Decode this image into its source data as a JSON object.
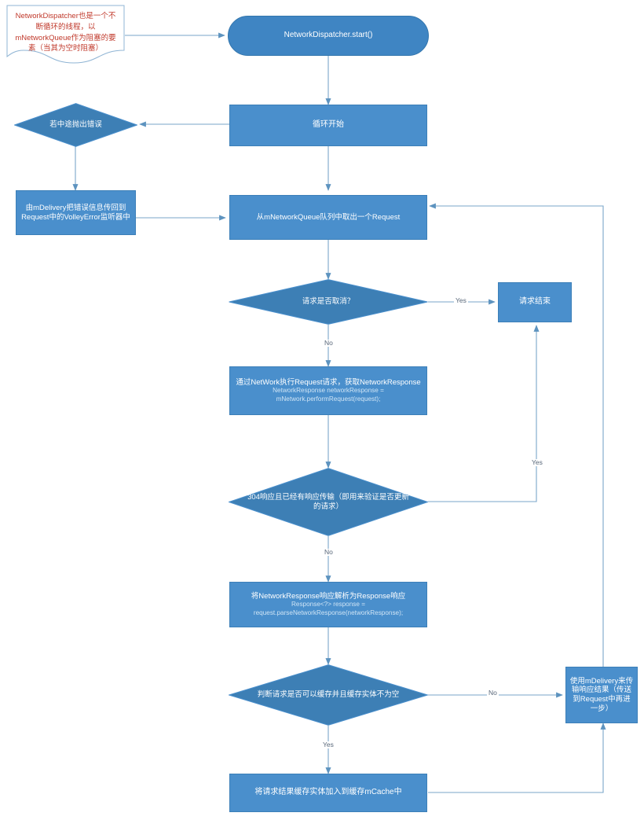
{
  "diagram": {
    "title": "NetworkDispatcher flow",
    "colors": {
      "process_fill": "#4a8fcc",
      "process_stroke": "#3c7fb8",
      "terminator_fill": "#3f85c3",
      "diamond_fill": "#3d7fb5",
      "diamond_stroke": "#4a8fcc",
      "edge_stroke": "#6f9fc6",
      "note_text": "#c0392b",
      "note_stroke": "#8fb4d4",
      "label_text": "#59687a",
      "node_text": "#ffffff",
      "code_text": "#cfe4f5"
    },
    "note": {
      "text": "NetworkDispatcher也是一个不断循环的线程，以mNetworkQueue作为阻塞的要素（当其为空时阻塞）"
    },
    "nodes": {
      "start": {
        "label": "NetworkDispatcher.start()",
        "shape": "terminator"
      },
      "loop_begin": {
        "label": "循环开始",
        "shape": "process"
      },
      "throw_error": {
        "label": "若中途抛出错误",
        "shape": "decision"
      },
      "delivery_error": {
        "label": "由mDelivery把错误信息传回到Request中的VolleyError监听器中",
        "shape": "process"
      },
      "take_request": {
        "label": "从mNetworkQueue队列中取出一个Request",
        "shape": "process"
      },
      "is_canceled": {
        "label": "请求是否取消？",
        "shape": "decision"
      },
      "request_finish": {
        "label": "请求结束",
        "shape": "process"
      },
      "perform_request": {
        "label": "通过NetWork执行Request请求，获取NetworkResponse",
        "code": "NetworkResponse networkResponse = mNetwork.performRequest(request);",
        "shape": "process"
      },
      "is_304": {
        "label": "304响应且已经有响应传输（即用来验证是否更新的请求）",
        "shape": "decision"
      },
      "parse_response": {
        "label": "将NetworkResponse响应解析为Response响应",
        "code": "Response<?> response = request.parseNetworkResponse(networkResponse);",
        "shape": "process"
      },
      "can_cache": {
        "label": "判断请求是否可以缓存并且缓存实体不为空",
        "shape": "decision"
      },
      "deliver_response": {
        "label": "使用mDelivery来传输响应结果（传送到Request中再进一步）",
        "shape": "process"
      },
      "put_cache": {
        "label": "将请求结果缓存实体加入到缓存mCache中",
        "shape": "process"
      }
    },
    "edge_labels": {
      "canceled_yes": "Yes",
      "canceled_no": "No",
      "is304_yes": "Yes",
      "is304_no": "No",
      "cache_no": "No",
      "cache_yes": "Yes"
    }
  }
}
